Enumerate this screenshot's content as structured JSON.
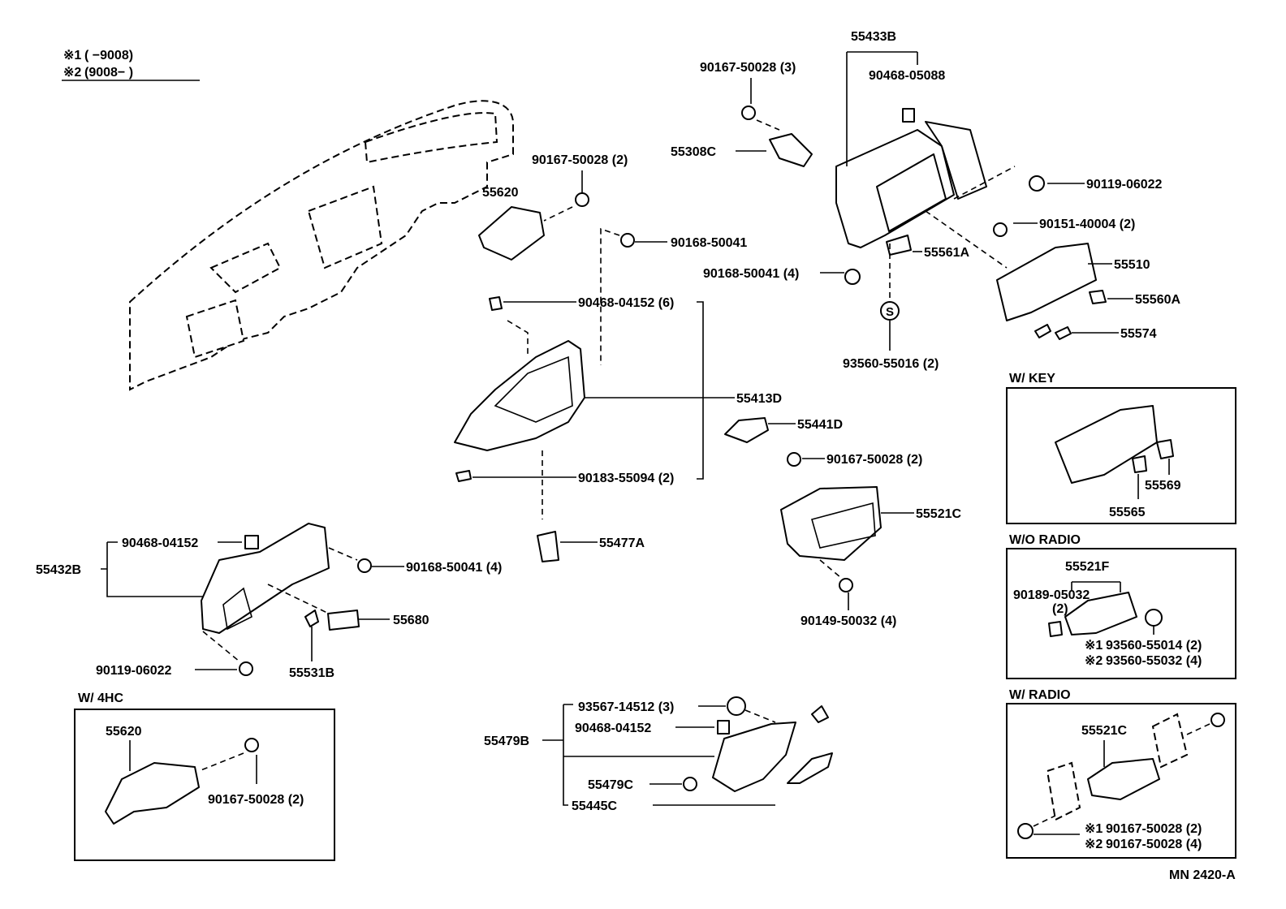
{
  "legend": {
    "l1_mark": "※1",
    "l1_text": "(        −9008)",
    "l2_mark": "※2",
    "l2_text": "(9008−        )"
  },
  "drawing_code": "MN 2420-A",
  "boxes": {
    "w_key": "W/ KEY",
    "wo_radio": "W/O RADIO",
    "w_radio": "W/ RADIO",
    "w_4hc": "W/ 4HC"
  },
  "labels": {
    "p55433B": "55433B",
    "p90167_50028_3": "90167-50028 (3)",
    "p90468_05088": "90468-05088",
    "p55308C": "55308C",
    "p90119_06022_r": "90119-06022",
    "p90151_40004": "90151-40004 (2)",
    "p55510": "55510",
    "p55561A": "55561A",
    "p90168_50041_4r": "90168-50041 (4)",
    "p55560A": "55560A",
    "p55574": "55574",
    "p93560_55016": "93560-55016 (2)",
    "p55620": "55620",
    "p90167_50028_2a": "90167-50028 (2)",
    "p90168_50041": "90168-50041",
    "p90468_04152_6": "90468-04152 (6)",
    "p55413D": "55413D",
    "p55441D": "55441D",
    "p90167_50028_2b": "90167-50028 (2)",
    "p90183_55094": "90183-55094 (2)",
    "p55521C": "55521C",
    "p55477A": "55477A",
    "p90149_50032": "90149-50032 (4)",
    "p90468_04152_l": "90468-04152",
    "p55432B": "55432B",
    "p90168_50041_4l": "90168-50041 (4)",
    "p55680": "55680",
    "p90119_06022_l": "90119-06022",
    "p55531B": "55531B",
    "p55620_b": "55620",
    "p90167_50028_2c": "90167-50028 (2)",
    "p93567_14512": "93567-14512 (3)",
    "p90468_04152_b": "90468-04152",
    "p55479B": "55479B",
    "p55479C": "55479C",
    "p55445C": "55445C",
    "p55565": "55565",
    "p55569": "55569",
    "p55521F": "55521F",
    "p90189_05032": "90189-05032",
    "p90189_qty": "(2)",
    "p93560_55014_mark": "※1",
    "p93560_55014": "93560-55014 (2)",
    "p93560_55032_mark": "※2",
    "p93560_55032": "93560-55032 (4)",
    "p55521C_r": "55521C",
    "p90167_50028_s1_mark": "※1",
    "p90167_50028_s1": "90167-50028 (2)",
    "p90167_50028_s2_mark": "※2",
    "p90167_50028_s2": "90167-50028 (4)",
    "s_mark": "S"
  }
}
